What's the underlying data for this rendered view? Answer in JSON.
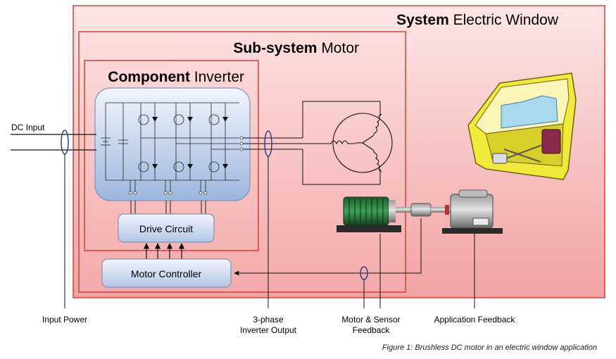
{
  "system": {
    "prefix": "System",
    "name": "Electric Window"
  },
  "subsystem": {
    "prefix": "Sub-system",
    "name": "Motor"
  },
  "component": {
    "prefix": "Component",
    "name": "Inverter"
  },
  "blocks": {
    "drive_circuit": "Drive Circuit",
    "motor_controller": "Motor Controller"
  },
  "signals": {
    "dc_input": "DC Input",
    "input_power": "Input Power",
    "inverter_output_line1": "3-phase",
    "inverter_output_line2": "Inverter Output",
    "motor_feedback_line1": "Motor & Sensor",
    "motor_feedback_line2": "Feedback",
    "application_feedback": "Application Feedback"
  },
  "caption": "Figure 1: Brushless DC motor in an electric window application",
  "colors": {
    "system_fill_top": "#fde4e4",
    "system_fill_bottom": "#f3a3a3",
    "system_border": "#d2403b",
    "inverter_fill_top": "#eef3fb",
    "inverter_fill_bottom": "#9fb8df",
    "block_border": "#7d93bd",
    "door_yellow": "#f1ea3a",
    "glass_blue": "#a9d9ef"
  }
}
